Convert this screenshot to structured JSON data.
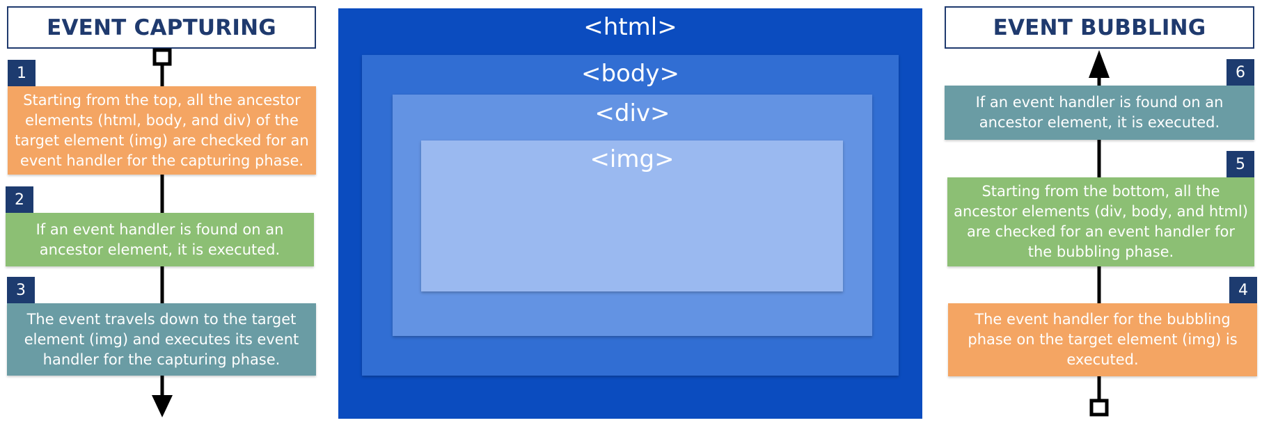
{
  "colors": {
    "navy": "#1d3b6f",
    "orange": "#f4a563",
    "green": "#8cbf74",
    "teal": "#6a9ca4",
    "html_layer": "#0b4cbf",
    "body_layer": "#316ed3",
    "div_layer": "#6393e3",
    "img_layer": "#9ab9f0"
  },
  "capturing": {
    "title": "EVENT CAPTURING",
    "steps": [
      {
        "num": "1",
        "text": "Starting from the top, all the ancestor elements (html, body, and div) of the target element (img) are checked for an event handler for the capturing phase.",
        "color": "orange"
      },
      {
        "num": "2",
        "text": "If an event handler is found on an ancestor element, it is executed.",
        "color": "green"
      },
      {
        "num": "3",
        "text": "The event travels down to the target element (img) and executes its event handler for the capturing phase.",
        "color": "teal"
      }
    ]
  },
  "bubbling": {
    "title": "EVENT BUBBLING",
    "steps": [
      {
        "num": "6",
        "text": "If an event handler is found on an ancestor element, it is executed.",
        "color": "teal"
      },
      {
        "num": "5",
        "text": "Starting from the bottom, all the ancestor elements (div, body, and html) are checked for an event handler for the bubbling phase.",
        "color": "green"
      },
      {
        "num": "4",
        "text": "The event handler for the bubbling phase on the target element (img) is executed.",
        "color": "orange"
      }
    ]
  },
  "layers": {
    "html": "<html>",
    "body": "<body>",
    "div": "<div>",
    "img": "<img>"
  }
}
